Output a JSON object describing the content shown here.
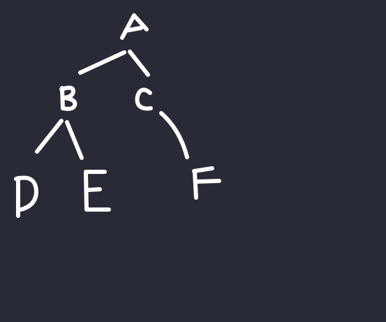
{
  "canvas": {
    "background": "#282a36",
    "ink_color": "#ffffff",
    "tool": "freehand pen"
  },
  "tree": {
    "nodes": [
      {
        "id": "A",
        "label": "A"
      },
      {
        "id": "B",
        "label": "B"
      },
      {
        "id": "C",
        "label": "C"
      },
      {
        "id": "D",
        "label": "D"
      },
      {
        "id": "E",
        "label": "E"
      },
      {
        "id": "F",
        "label": "F"
      }
    ],
    "edges": [
      {
        "from": "A",
        "to": "B"
      },
      {
        "from": "A",
        "to": "C"
      },
      {
        "from": "B",
        "to": "D"
      },
      {
        "from": "B",
        "to": "E"
      },
      {
        "from": "C",
        "to": "F"
      }
    ]
  }
}
